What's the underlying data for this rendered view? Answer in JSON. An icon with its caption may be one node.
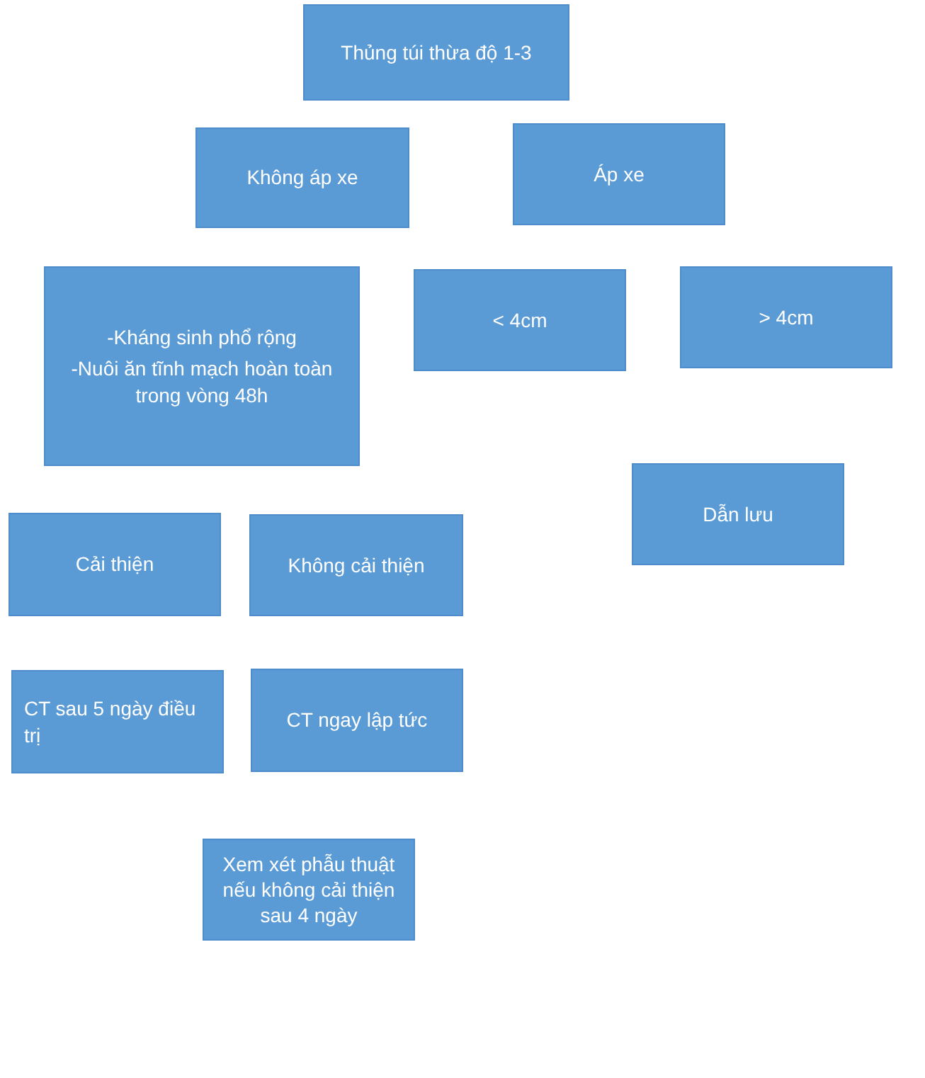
{
  "diagram": {
    "nodes": [
      {
        "text": [
          "Thủng túi thừa độ 1-3"
        ]
      },
      {
        "text": [
          "Không áp xe"
        ]
      },
      {
        "text": [
          "Áp xe"
        ]
      },
      {
        "text": [
          "-Kháng sinh phổ rộng",
          "-Nuôi ăn tĩnh mạch hoàn toàn trong vòng 48h"
        ]
      },
      {
        "text": [
          "< 4cm"
        ]
      },
      {
        "text": [
          "> 4cm"
        ]
      },
      {
        "text": [
          "Dẫn lưu"
        ]
      },
      {
        "text": [
          "Cải thiện"
        ]
      },
      {
        "text": [
          "Không cải thiện"
        ]
      },
      {
        "text": [
          "CT sau 5 ngày điều trị"
        ]
      },
      {
        "text": [
          "CT ngay lập tức"
        ]
      },
      {
        "text": [
          "Xem xét phẫu thuật nếu không cải thiện sau 4 ngày"
        ]
      }
    ]
  }
}
